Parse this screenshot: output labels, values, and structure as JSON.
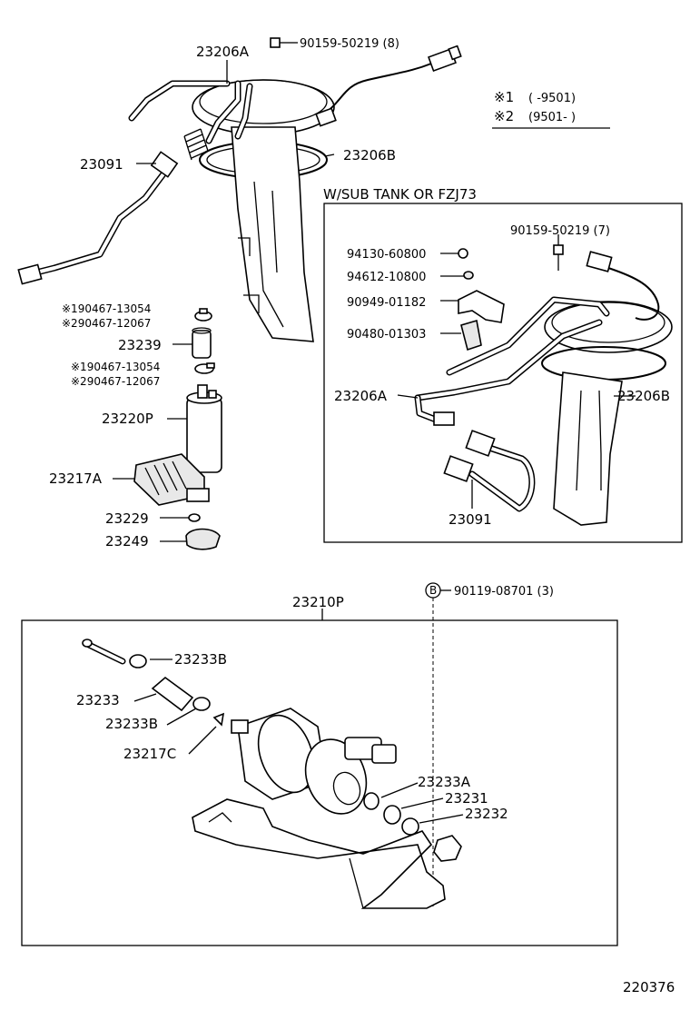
{
  "labels": {
    "p23206A_top": "23206A",
    "p90159_8": "90159-50219 (8)",
    "legend_1_mark": "※1",
    "legend_1_text": "(        -9501)",
    "legend_2_mark": "※2",
    "legend_2_text": "(9501-        )",
    "p23206B_top": "23206B",
    "p23091_left": "23091",
    "subtank_title": "W/SUB TANK OR FZJ73",
    "p90159_7": "90159-50219 (7)",
    "p94130": "94130-60800",
    "p94612": "94612-10800",
    "p90949": "90949-01182",
    "p90480": "90480-01303",
    "p23206A_sub": "23206A",
    "p23206B_sub": "23206B",
    "p23091_sub": "23091",
    "clamp1_a": "※190467-13054",
    "clamp1_b": "※290467-12067",
    "p23239": "23239",
    "clamp2_a": "※190467-13054",
    "clamp2_b": "※290467-12067",
    "p23220P": "23220P",
    "p23217A": "23217A",
    "p23229": "23229",
    "p23249": "23249",
    "p23210P": "23210P",
    "bolt_mark": "B",
    "p90119": "90119-08701 (3)",
    "p23233B_1": "23233B",
    "p23233": "23233",
    "p23233B_2": "23233B",
    "p23217C": "23217C",
    "p23233A": "23233A",
    "p23231": "23231",
    "p23232": "23232",
    "diagram_id": "220376"
  }
}
